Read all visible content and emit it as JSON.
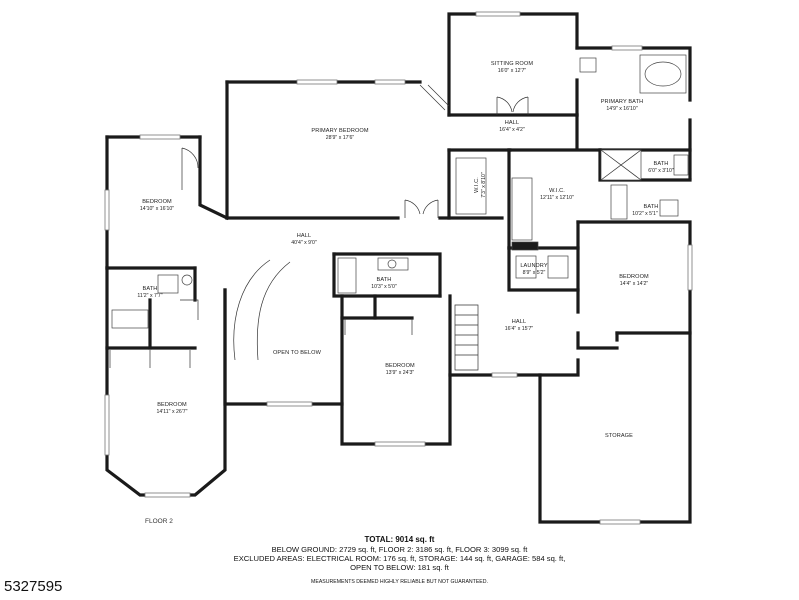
{
  "rooms": {
    "sitting_room": {
      "name": "SITTING ROOM",
      "dim": "16'0\" x 12'7\""
    },
    "primary_bath": {
      "name": "PRIMARY BATH",
      "dim": "14'9\" x 16'10\""
    },
    "primary_bedroom": {
      "name": "PRIMARY BEDROOM",
      "dim": "28'9\" x 17'6\""
    },
    "hall_top": {
      "name": "HALL",
      "dim": "16'4\" x 4'2\""
    },
    "bath_small": {
      "name": "BATH",
      "dim": "6'0\" x 3'10\""
    },
    "bath_right": {
      "name": "BATH",
      "dim": "10'2\" x 5'1\""
    },
    "wic_left": {
      "name": "W.I.C.",
      "dim": "7'3\" x 8'10\""
    },
    "wic_right": {
      "name": "W.I.C.",
      "dim": "12'11\" x 12'10\""
    },
    "bedroom_left_top": {
      "name": "BEDROOM",
      "dim": "14'10\" x 16'10\""
    },
    "hall_center": {
      "name": "HALL",
      "dim": "40'4\" x 9'0\""
    },
    "bath_left": {
      "name": "BATH",
      "dim": "11'2\" x 7'7\""
    },
    "bath_center": {
      "name": "BATH",
      "dim": "10'3\" x 5'0\""
    },
    "laundry": {
      "name": "LAUNDRY",
      "dim": "8'9\" x 5'2\""
    },
    "bedroom_right": {
      "name": "BEDROOM",
      "dim": "14'4\" x 14'2\""
    },
    "open_to_below": {
      "name": "OPEN TO BELOW",
      "dim": ""
    },
    "bedroom_center": {
      "name": "BEDROOM",
      "dim": "13'9\" x 24'3\""
    },
    "hall_right": {
      "name": "HALL",
      "dim": "16'4\" x 15'7\""
    },
    "storage": {
      "name": "STORAGE",
      "dim": ""
    },
    "bedroom_left_bottom": {
      "name": "BEDROOM",
      "dim": "14'11\" x 26'7\""
    }
  },
  "floor_label": "FLOOR 2",
  "summary": {
    "total": "TOTAL: 9014 sq. ft",
    "line1": "BELOW GROUND: 2729 sq. ft, FLOOR 2: 3186 sq. ft, FLOOR 3: 3099 sq. ft",
    "line2": "EXCLUDED AREAS: ELECTRICAL ROOM: 176 sq. ft, STORAGE: 144 sq. ft, GARAGE: 584 sq. ft,",
    "line3": "OPEN TO BELOW: 181 sq. ft",
    "disclaimer": "MEASUREMENTS DEEMED HIGHLY RELIABLE BUT NOT GUARANTEED."
  },
  "listing_id": "5327595"
}
